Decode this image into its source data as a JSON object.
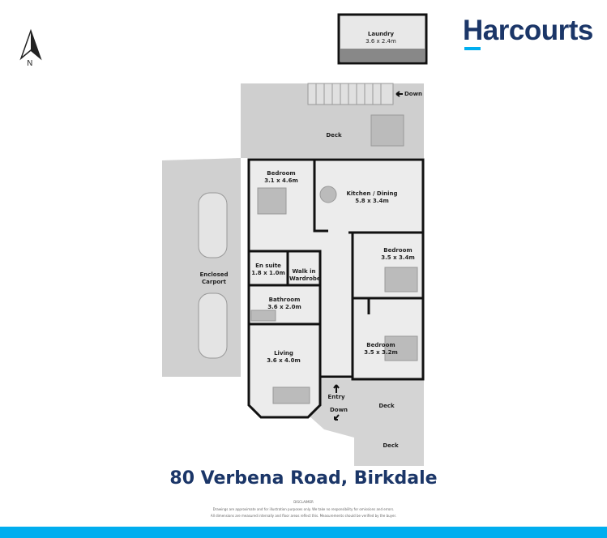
{
  "brand": {
    "name": "Harcourts",
    "navy": "#1b3668",
    "cyan": "#00aeef"
  },
  "title": "80 Verbena Road, Birkdale",
  "compass": {
    "label": "N",
    "icon": "north-arrow-icon"
  },
  "rooms": {
    "laundry": {
      "name": "Laundry",
      "size": "3.6 x 2.4m"
    },
    "bedroom1": {
      "name": "Bedroom",
      "size": "3.1 x 4.6m"
    },
    "kitchen": {
      "name": "Kitchen / Dining",
      "size": "5.8 x 3.4m"
    },
    "bedroom2": {
      "name": "Bedroom",
      "size": "3.5 x 3.4m"
    },
    "ensuite": {
      "name": "En suite",
      "size": "1.8 x 1.0m"
    },
    "wardrobe": {
      "name": "Walk in Wardrobe"
    },
    "bathroom": {
      "name": "Bathroom",
      "size": "3.6 x 2.0m"
    },
    "bedroom3": {
      "name": "Bedroom",
      "size": "3.5 x 3.2m"
    },
    "living": {
      "name": "Living",
      "size": "3.6 x 4.0m"
    },
    "carport": {
      "name": "Enclosed Carport"
    }
  },
  "labels": {
    "deck": "Deck",
    "down": "Down",
    "entry": "Entry"
  },
  "disclaimer": {
    "heading": "DISCLAIMER",
    "line1": "Drawings are approximate and for illustration purposes only. We take no responsibility for omissions and errors.",
    "line2": "All dimensions are measured internally and floor areas reflect this. Measurements should be verified by the buyer."
  }
}
